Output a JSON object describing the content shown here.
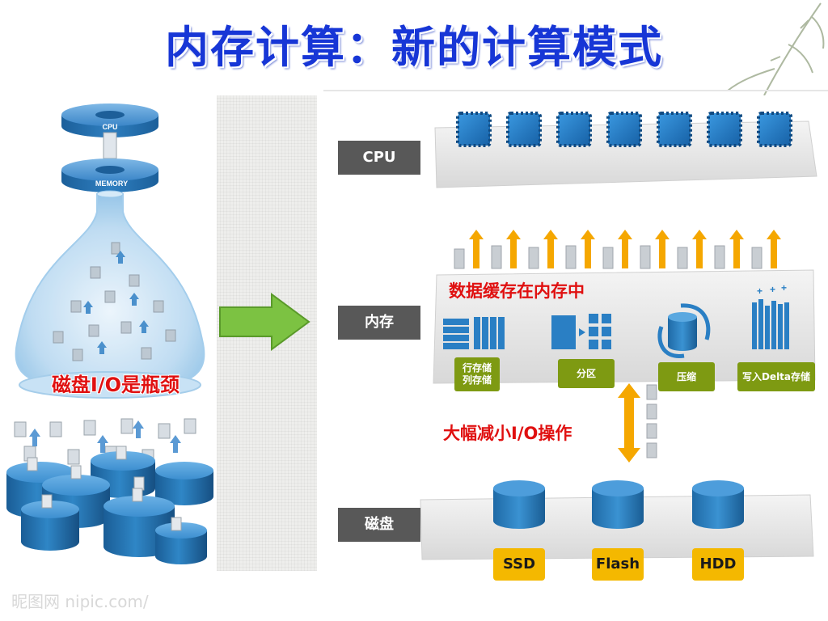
{
  "title": "内存计算：新的计算模式",
  "left": {
    "cpu_label": "CPU",
    "memory_label": "MEMORY",
    "bottleneck_text": "磁盘I/O是瓶颈"
  },
  "layers": {
    "cpu": "CPU",
    "memory": "内存",
    "disk": "磁盘"
  },
  "memory_caption": "数据缓存在内存中",
  "io_caption": "大幅减小I/O操作",
  "features": [
    {
      "line1": "行存储",
      "line2": "列存储"
    },
    {
      "line1": "分区",
      "line2": ""
    },
    {
      "line1": "压缩",
      "line2": ""
    },
    {
      "line1": "写入Delta存储",
      "line2": ""
    }
  ],
  "disks": [
    "SSD",
    "Flash",
    "HDD"
  ],
  "watermark": "昵图网 nipic.com/",
  "colors": {
    "title": "#1736d6",
    "accent_red": "#e01010",
    "feature_green": "#7e9a12",
    "disk_yellow": "#f4b800",
    "label_gray": "#585858",
    "chip_blue": "#1f78c0",
    "arrow_green": "#7cc242",
    "arrow_orange": "#f5a700"
  }
}
